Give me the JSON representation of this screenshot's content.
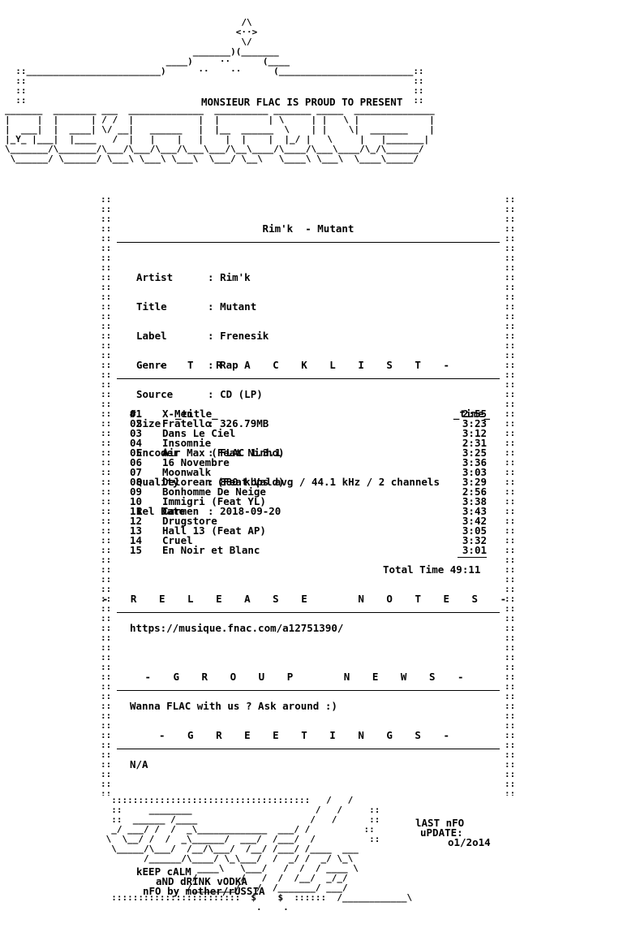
{
  "header": {
    "presents": "MONSIEUR FLAC IS PROUD TO PRESENT",
    "release_title": "Rim'k  - Mutant"
  },
  "info": [
    {
      "key": "Artist",
      "value": "Rim'k"
    },
    {
      "key": "Title",
      "value": "Mutant"
    },
    {
      "key": "Label",
      "value": "Frenesik"
    },
    {
      "key": "Genre",
      "value": "Rap"
    },
    {
      "key": "Source",
      "value": "CD (LP)"
    },
    {
      "key": "Size",
      "value": "326.79MB"
    },
    {
      "key": "Encoder",
      "value": "FLAC 1.3.1"
    },
    {
      "key": "Quality",
      "value": "880 kbps avg / 44.1 kHz / 2 channels"
    },
    {
      "key": "Rel Date",
      "value": "2018-09-20"
    }
  ],
  "tracklist": {
    "heading": "- T R A C K L I S T -",
    "col_num": "#",
    "col_title": "_title_",
    "col_time": "_time_",
    "tracks": [
      {
        "num": "01",
        "title": "X-Men",
        "time": "2:55"
      },
      {
        "num": "02",
        "title": "Fratello",
        "time": "3:23"
      },
      {
        "num": "03",
        "title": "Dans Le Ciel",
        "time": "3:12"
      },
      {
        "num": "04",
        "title": "Insomnie",
        "time": "2:31"
      },
      {
        "num": "05",
        "title": "Air Max (Feat Ninho)",
        "time": "3:25"
      },
      {
        "num": "06",
        "title": "16 Novembre",
        "time": "3:36"
      },
      {
        "num": "07",
        "title": "Moonwalk",
        "time": "3:03"
      },
      {
        "num": "08",
        "title": "Delorean (Feat Vald)",
        "time": "3:29"
      },
      {
        "num": "09",
        "title": "Bonhomme De Neige",
        "time": "2:56"
      },
      {
        "num": "10",
        "title": "Immigri (Feat YL)",
        "time": "3:38"
      },
      {
        "num": "11",
        "title": "Carmen",
        "time": "3:43"
      },
      {
        "num": "12",
        "title": "Drugstore",
        "time": "3:42"
      },
      {
        "num": "13",
        "title": "Hall 13 (Feat AP)",
        "time": "3:05"
      },
      {
        "num": "14",
        "title": "Cruel",
        "time": "3:32"
      },
      {
        "num": "15",
        "title": "En Noir et Blanc",
        "time": "3:01"
      }
    ],
    "total": "Total Time 49:11"
  },
  "release_notes": {
    "heading": "- R E L E A S E   N O T E S -",
    "text": "https://musique.fnac.com/a12751390/"
  },
  "group_news": {
    "heading": "- G R O U P   N E W S -",
    "text": "Wanna FLAC with us ? Ask around :)"
  },
  "greetings": {
    "heading": "- G R E E T I N G S -",
    "text": "N/A"
  },
  "footer": {
    "last_nfo": "lAST nFO",
    "update": "uPDATE:",
    "update_date": "o1/2o14",
    "keep_calm": "kEEP cALM",
    "drink": "aND dRINK vODKA",
    "by": "nFO by mother/rUSSIA"
  }
}
